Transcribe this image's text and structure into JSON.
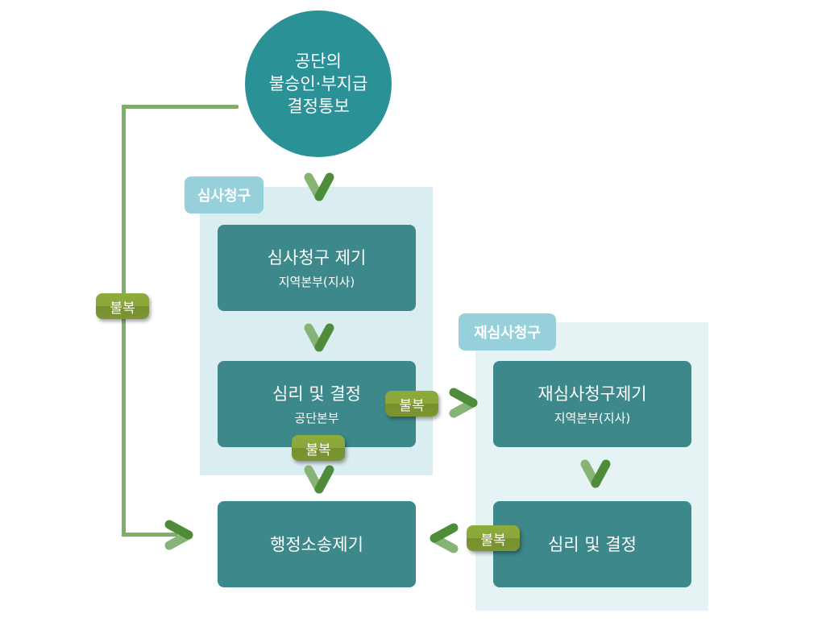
{
  "start_node": {
    "lines": [
      "공단의",
      "불승인·부지급",
      "결정통보"
    ]
  },
  "sections": {
    "review": {
      "tag": "심사청구"
    },
    "re_review": {
      "tag": "재심사청구"
    }
  },
  "boxes": {
    "review_filing": {
      "title": "심사청구 제기",
      "sub": "지역본부(지사)"
    },
    "review_decision": {
      "title": "심리 및 결정",
      "sub": "공단본부"
    },
    "re_review_filing": {
      "title": "재심사청구제기",
      "sub": "지역본부(지사)"
    },
    "re_review_decision": {
      "title": "심리 및 결정"
    },
    "admin_litigation": {
      "title": "행정소송제기"
    }
  },
  "badges": {
    "left_line": "불복",
    "review_to_re_review": "불복",
    "review_to_litigation": "불복",
    "re_review_to_litigation": "불복"
  },
  "colors": {
    "circle": "#2a9196",
    "box": "#3d888b",
    "panel": "#daedf0",
    "section_tag": "#96d0db",
    "connector": "#7fae6b",
    "chevron_dark": "#4f8c3a",
    "chevron_light": "#86b476",
    "badge": "#86a238"
  }
}
